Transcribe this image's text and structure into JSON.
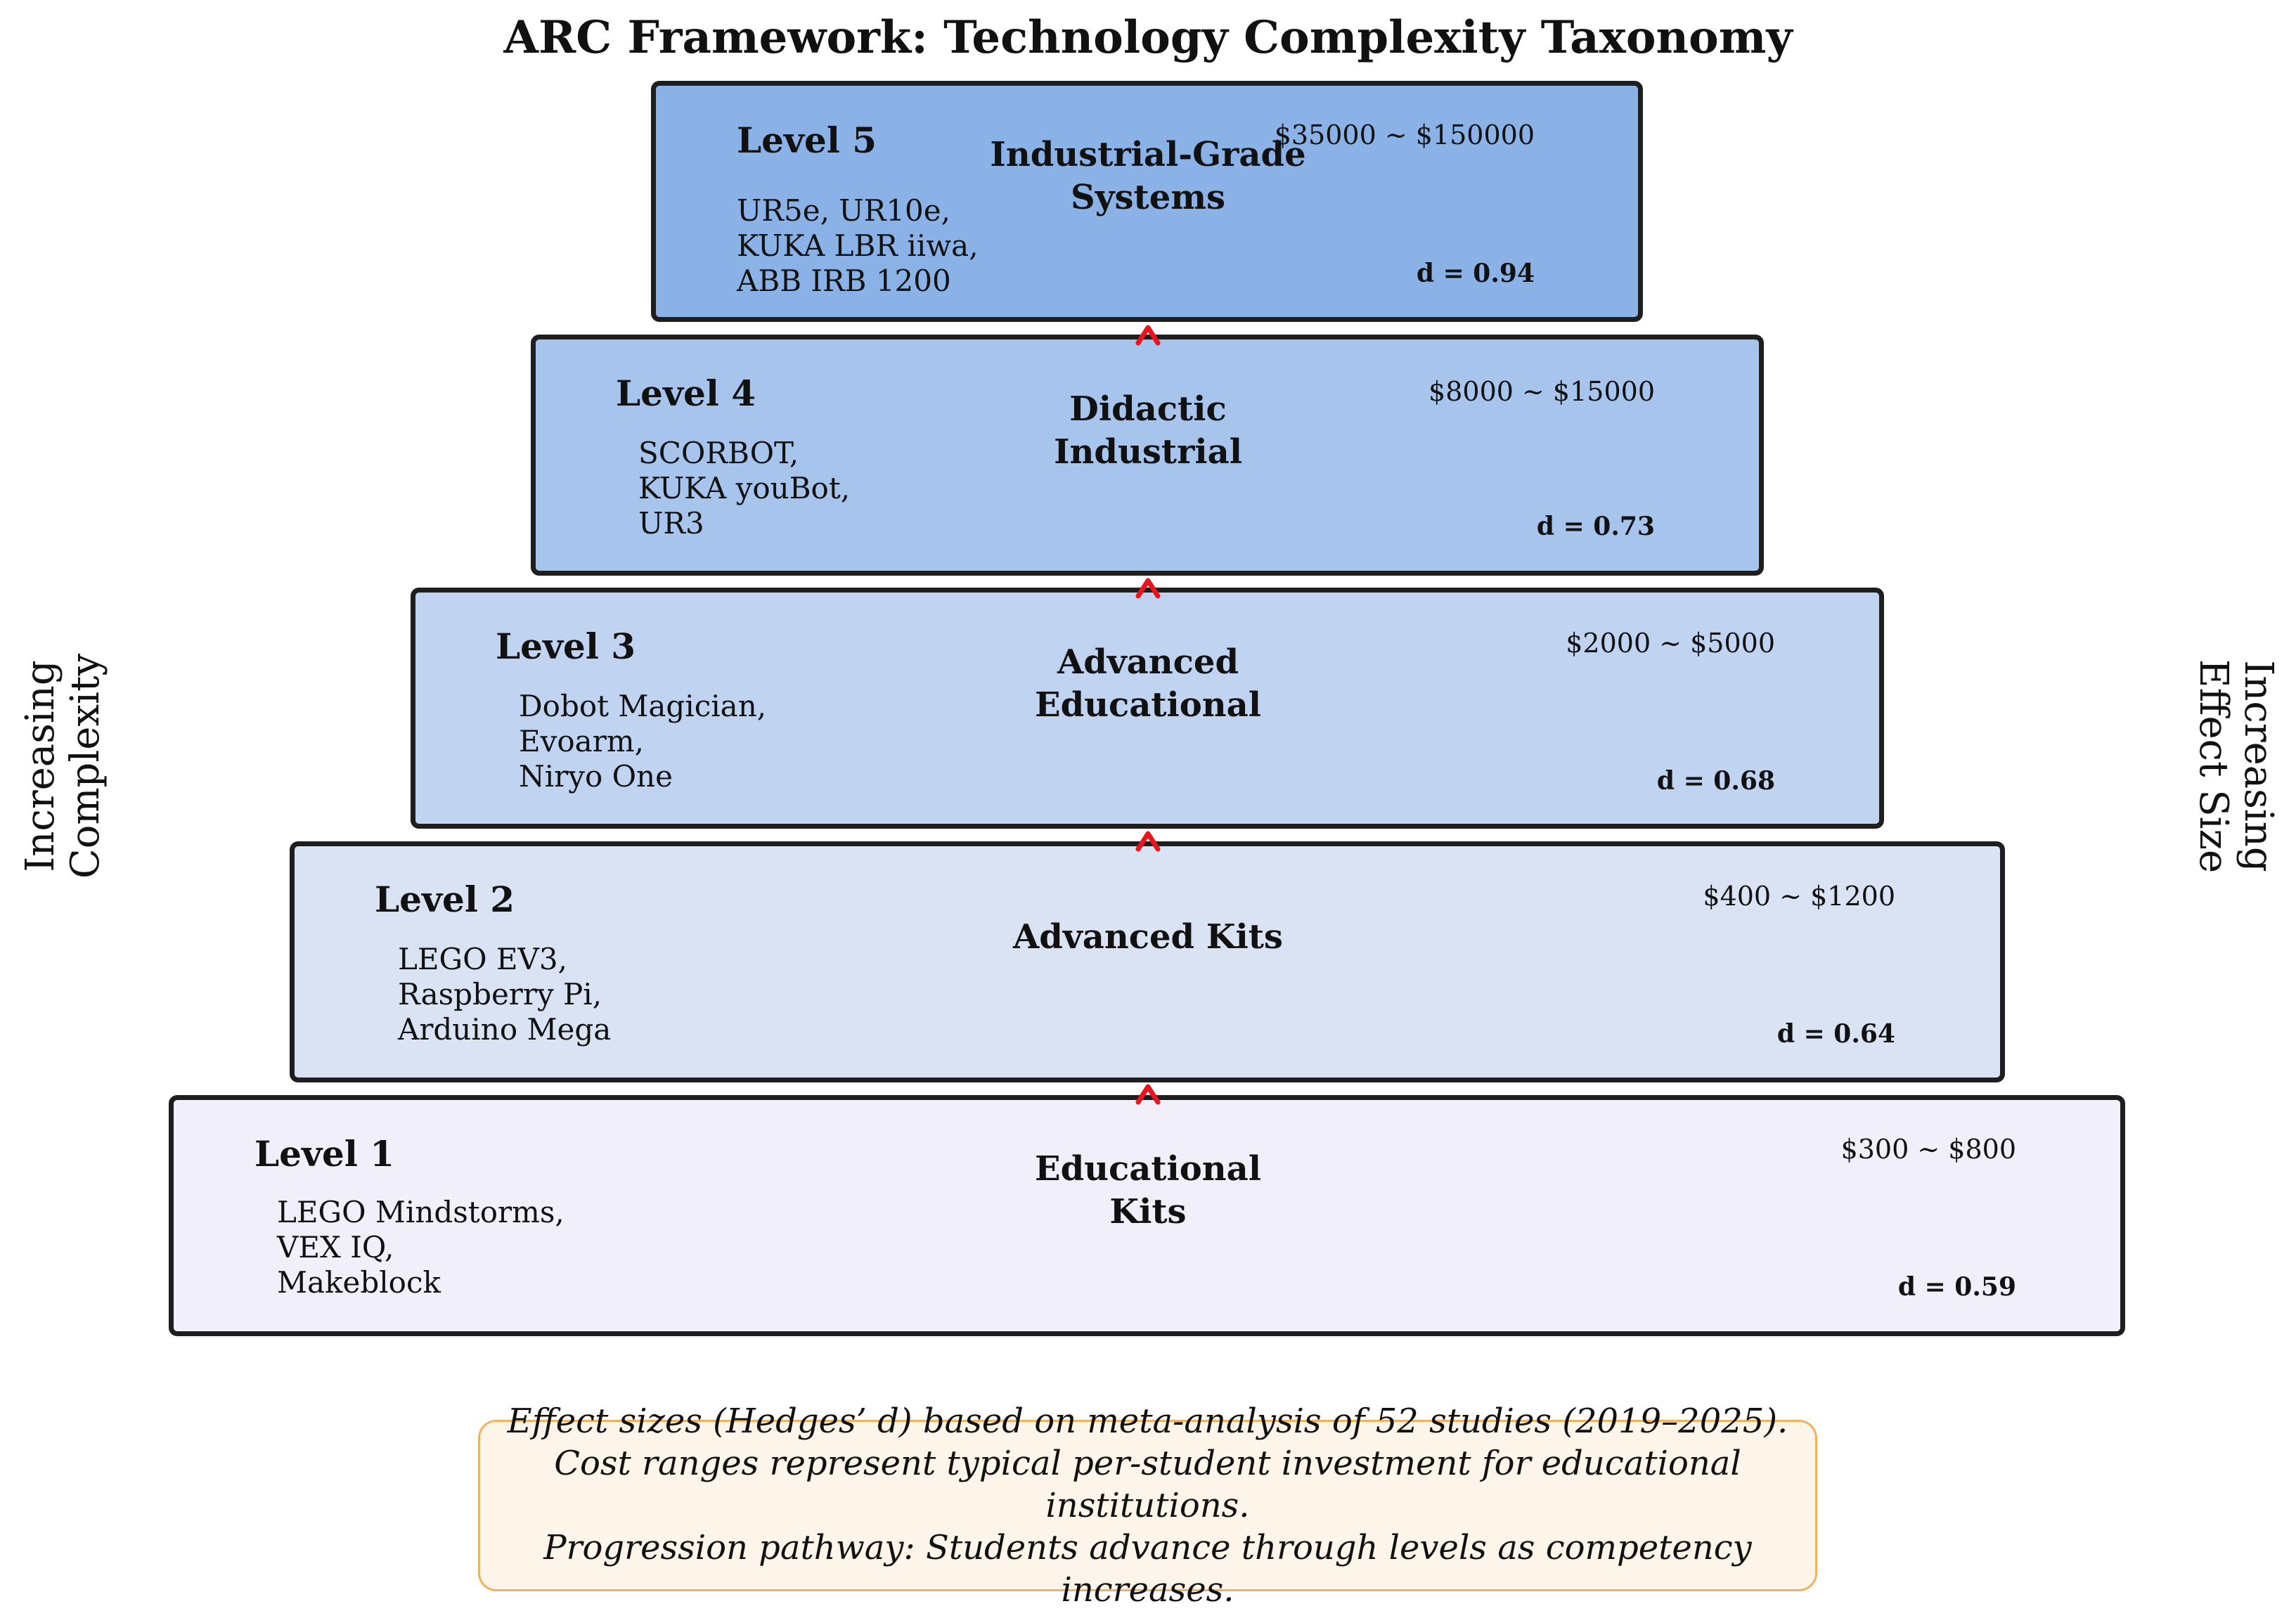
{
  "title": "ARC Framework: Technology Complexity Taxonomy",
  "left_label": "Increasing\nComplexity",
  "right_label": "Increasing\nEffect Size",
  "levels": [
    {
      "level": "Level 1",
      "name": "Educational\nKits",
      "devices": "LEGO Mindstorms,\nVEX IQ,\nMakeblock",
      "cost": "$300 ~ $800",
      "effect": "d = 0.59",
      "color": "#f1eff9"
    },
    {
      "level": "Level 2",
      "name": "Advanced Kits",
      "devices": "LEGO EV3,\nRaspberry Pi,\nArduino Mega",
      "cost": "$400 ~ $1200",
      "effect": "d = 0.64",
      "color": "#dae3f4"
    },
    {
      "level": "Level 3",
      "name": "Advanced\nEducational",
      "devices": "Dobot Magician,\nEvoarm,\nNiryo One",
      "cost": "$2000 ~ $5000",
      "effect": "d = 0.68",
      "color": "#c0d4f1"
    },
    {
      "level": "Level 4",
      "name": "Didactic\nIndustrial",
      "devices": "SCORBOT,\nKUKA youBot,\nUR3",
      "cost": "$8000 ~ $15000",
      "effect": "d = 0.73",
      "color": "#a7c4ed"
    },
    {
      "level": "Level 5",
      "name": "Industrial-Grade\nSystems",
      "devices": "UR5e, UR10e,\nKUKA LBR iiwa,\nABB IRB 1200",
      "cost": "$35000 ~ $150000",
      "effect": "d = 0.94",
      "color": "#8ab2e7"
    }
  ],
  "arrow_color": "#e8141e",
  "note": {
    "line1": "Effect sizes (Hedges’ d) based on meta-analysis of 52 studies (2019–2025).",
    "line2": "Cost ranges represent typical per-student investment for educational institutions.",
    "line3": "Progression pathway: Students advance through levels as competency increases."
  }
}
